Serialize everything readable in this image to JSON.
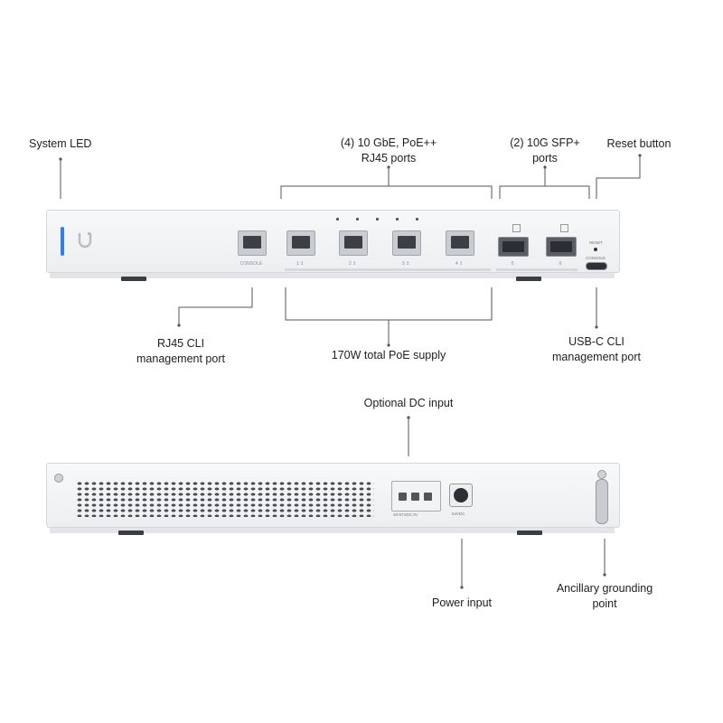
{
  "labels": {
    "system_led": "System LED",
    "rj45_ports_line1": "(4) 10 GbE, PoE++",
    "rj45_ports_line2": "RJ45 ports",
    "sfp_line1": "(2) 10G SFP+",
    "sfp_line2": "ports",
    "reset_button": "Reset button",
    "rj45_cli_line1": "RJ45 CLI",
    "rj45_cli_line2": "management port",
    "poe_supply": "170W total PoE supply",
    "usbc_line1": "USB-C CLI",
    "usbc_line2": "management port",
    "optional_dc": "Optional DC input",
    "power_input": "Power input",
    "ground_line1": "Ancillary grounding",
    "ground_line2": "point"
  },
  "device_text": {
    "console": "CONSOLE",
    "port1": "1 ↥",
    "port2": "2 ↥",
    "port3": "3 ↥",
    "port4": "4 ↥",
    "sfp1": "5",
    "sfp2": "6",
    "reset": "RESET",
    "console_usbc": "CONSOLE",
    "dc_input": "48-57VDC IN",
    "power_jack": "54VDC"
  },
  "colors": {
    "system_led": "#2d7ff9"
  }
}
